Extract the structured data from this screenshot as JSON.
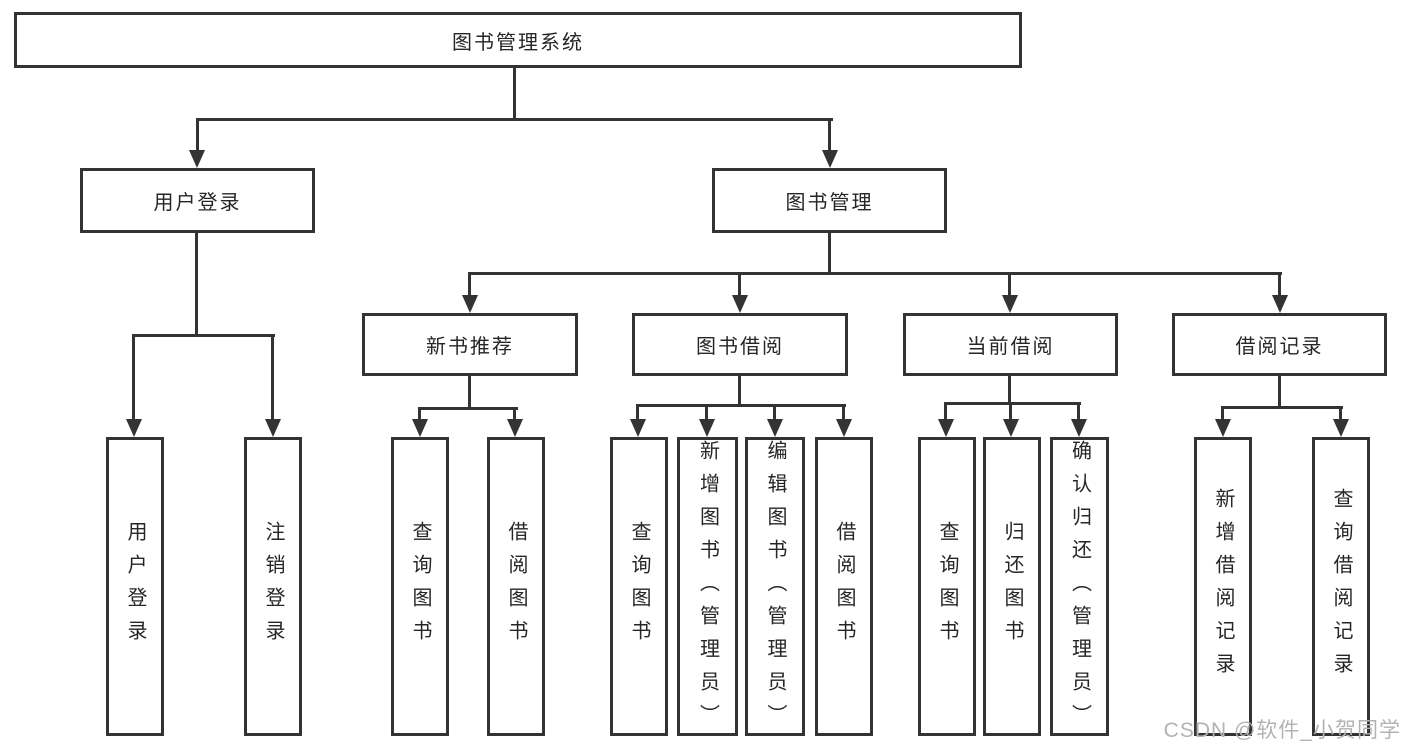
{
  "diagram": {
    "type": "tree",
    "root": {
      "label": "图书管理系统"
    },
    "branches": [
      {
        "label": "用户登录",
        "children": [
          {
            "label": "用户登录"
          },
          {
            "label": "注销登录"
          }
        ]
      },
      {
        "label": "图书管理",
        "children": [
          {
            "label": "新书推荐",
            "children": [
              {
                "label": "查询图书"
              },
              {
                "label": "借阅图书"
              }
            ]
          },
          {
            "label": "图书借阅",
            "children": [
              {
                "label": "查询图书"
              },
              {
                "label": "新增图书（管理员）"
              },
              {
                "label": "编辑图书（管理员）"
              },
              {
                "label": "借阅图书"
              }
            ]
          },
          {
            "label": "当前借阅",
            "children": [
              {
                "label": "查询图书"
              },
              {
                "label": "归还图书"
              },
              {
                "label": "确认归还（管理员）"
              }
            ]
          },
          {
            "label": "借阅记录",
            "children": [
              {
                "label": "新增借阅记录"
              },
              {
                "label": "查询借阅记录"
              }
            ]
          }
        ]
      }
    ]
  },
  "watermark": {
    "text": "CSDN @软件_小贺同学"
  },
  "colors": {
    "line": "#333333",
    "text": "#262626",
    "background": "#ffffff",
    "watermark": "#b3b3b3"
  }
}
